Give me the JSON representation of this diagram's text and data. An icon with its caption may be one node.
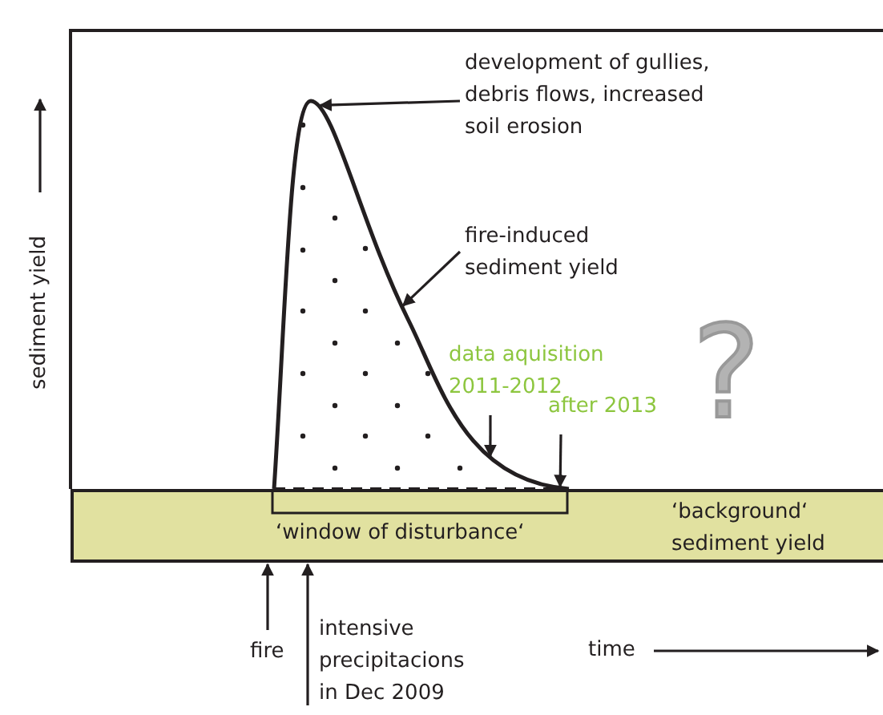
{
  "diagram": {
    "nodes": [
      {
        "text": [
          "development of gullies, debris flows, increased soil erosion"
        ]
      },
      {
        "text": [],
        "shape": "curve"
      },
      {
        "text": [
          "fire-induced sediment yield"
        ]
      },
      {
        "text": [
          "data aquisition 2011-2012"
        ]
      },
      {
        "text": [
          "after 2013"
        ]
      },
      {
        "text": [
          "fire"
        ]
      },
      {
        "text": [
          "intensive precipitacions in Dec 2009"
        ]
      },
      {
        "text": [
          "‘window of disturbance‘",
          "‘background‘ sediment yield"
        ]
      }
    ],
    "edges": [
      {
        "from": 0,
        "to": 1,
        "arrow": "to"
      },
      {
        "from": 2,
        "to": 1,
        "arrow": "to"
      },
      {
        "from": 3,
        "to": 1,
        "arrow": "to"
      },
      {
        "from": 4,
        "to": 1,
        "arrow": "to"
      },
      {
        "from": 5,
        "to": 7,
        "arrow": "to"
      },
      {
        "from": 6,
        "to": 7,
        "arrow": "to"
      }
    ],
    "labels": [
      "sediment yield",
      "?",
      "time"
    ]
  }
}
